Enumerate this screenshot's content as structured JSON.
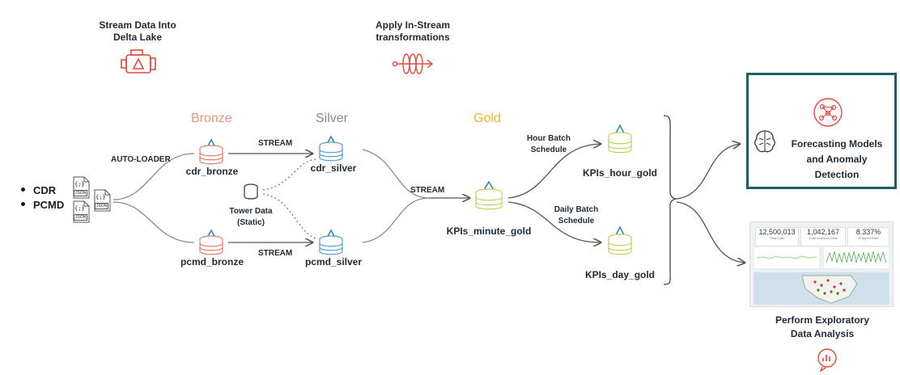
{
  "header": {
    "stream_title": "Stream Data Into\nDelta Lake",
    "transform_title": "Apply In-Stream\ntransformations"
  },
  "stages": {
    "bronze": "Bronze",
    "silver": "Silver",
    "gold": "Gold"
  },
  "sources": [
    "CDR",
    "PCMD"
  ],
  "json_label": "JSON",
  "json_glyph": "{;}",
  "edges": {
    "autoloader": "AUTO-LOADER",
    "stream1": "STREAM",
    "stream2": "STREAM",
    "stream3": "STREAM",
    "hour_batch": "Hour Batch\nSchedule",
    "daily_batch": "Daily Batch\nSchedule"
  },
  "tables": {
    "cdr_bronze": "cdr_bronze",
    "pcmd_bronze": "pcmd_bronze",
    "cdr_silver": "cdr_silver",
    "pcmd_silver": "pcmd_silver",
    "tower": "Tower Data\n(Static)",
    "minute_gold": "KPIs_minute_gold",
    "hour_gold": "KPIs_hour_gold",
    "day_gold": "KPIs_day_gold"
  },
  "outputs": {
    "forecasting": "Forecasting Models\nand Anomaly\nDetection",
    "eda": "Perform Exploratory\nData Analysis"
  },
  "dashboard": {
    "kpis": [
      {
        "value": "12,500,013",
        "label": "Total Calls"
      },
      {
        "value": "1,042,167",
        "label": "Total Dropped Calls"
      },
      {
        "value": "8.337%",
        "label": "Dropped Rate"
      }
    ]
  },
  "colors": {
    "bronze": "#e8957c",
    "silver": "#8a8a8a",
    "gold": "#f0b429",
    "db_bronze_stroke": "#e07a63",
    "db_silver_stroke": "#4b9fcf",
    "db_gold_stroke": "#c9c95a",
    "accent_red": "#e8483a",
    "teal_border": "#1b5f65",
    "delta_icon": "#2e8dae"
  },
  "icons": [
    "engine-delta-icon",
    "stream-transform-icon",
    "json-file-icon",
    "database-icon",
    "delta-triangle-icon",
    "brain-icon",
    "network-icon",
    "report-icon"
  ]
}
